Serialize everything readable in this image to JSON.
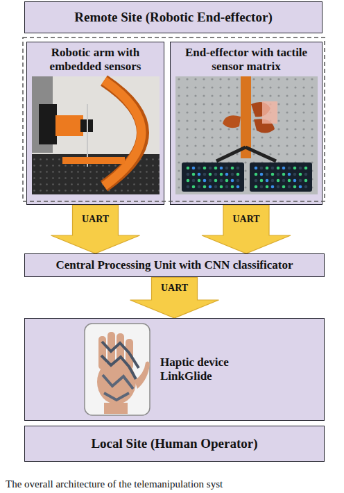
{
  "diagram": {
    "caption": "The overall architecture of the telemanipulation syst",
    "nodes": [
      {
        "text": [
          "Remote Site (Robotic End-effector)"
        ]
      },
      {
        "text": [
          "Robotic arm with embedded sensors"
        ]
      },
      {
        "text": [
          "End-effector with tactile sensor matrix"
        ]
      },
      {
        "text": [
          "Central Processing Unit with CNN classificator"
        ]
      },
      {
        "text": [
          "Haptic device LinkGlide"
        ]
      },
      {
        "text": [
          "Local Site (Human Operator)"
        ]
      }
    ],
    "edges": [
      {
        "from": 1,
        "to": 3,
        "arrow": "to",
        "label": "UART"
      },
      {
        "from": 2,
        "to": 3,
        "arrow": "to",
        "label": "UART"
      },
      {
        "from": 3,
        "to": 4,
        "arrow": "to",
        "label": "UART"
      }
    ]
  }
}
